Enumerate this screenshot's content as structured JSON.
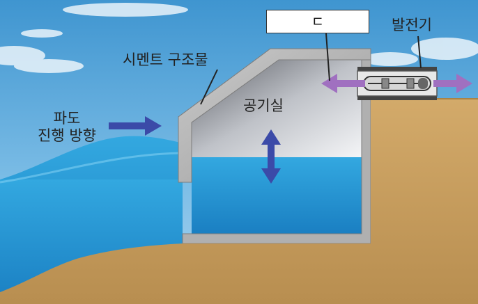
{
  "labels": {
    "cement_structure": "시멘트 구조물",
    "wave_direction_line1": "파도",
    "wave_direction_line2": "진행 방향",
    "air_chamber": "공기실",
    "generator": "발전기",
    "box_label": "ㄷ"
  },
  "colors": {
    "sky": "#5aa6d8",
    "sea": "#2b9fd8",
    "sand": "#caa062",
    "concrete": "#b8b8b8",
    "arrow_blue": "#3b4aa8",
    "arrow_purple": "#a070c0"
  },
  "icons": [
    "wave-direction-arrow",
    "air-flow-arrow",
    "water-level-arrow",
    "generator-turbine-icon"
  ]
}
